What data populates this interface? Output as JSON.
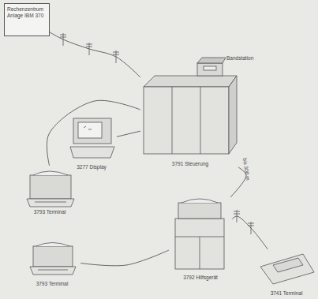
{
  "diagram": {
    "nodes": [
      {
        "text": [
          "Rechenzentrum Anlage IBM 370"
        ]
      },
      {
        "text": [
          "Bandstation"
        ]
      },
      {
        "text": [
          "3791 Steuerung"
        ]
      },
      {
        "text": [
          "3277 Display"
        ]
      },
      {
        "text": [
          "3793 Terminal"
        ]
      },
      {
        "text": [
          "3792 Hilfsgerät"
        ]
      },
      {
        "text": [
          "3793 Terminal"
        ]
      },
      {
        "text": [
          "3741 Terminal"
        ]
      }
    ],
    "edges": [
      {
        "from": 0,
        "to": 2,
        "arrow": "none"
      },
      {
        "from": 2,
        "to": 4,
        "arrow": "none"
      },
      {
        "from": 2,
        "to": 3,
        "arrow": "none"
      },
      {
        "from": 2,
        "to": 5,
        "label": "bis 300 m",
        "arrow": "none"
      },
      {
        "from": 5,
        "to": 6,
        "arrow": "none"
      },
      {
        "from": 5,
        "to": 7,
        "arrow": "none"
      }
    ]
  }
}
